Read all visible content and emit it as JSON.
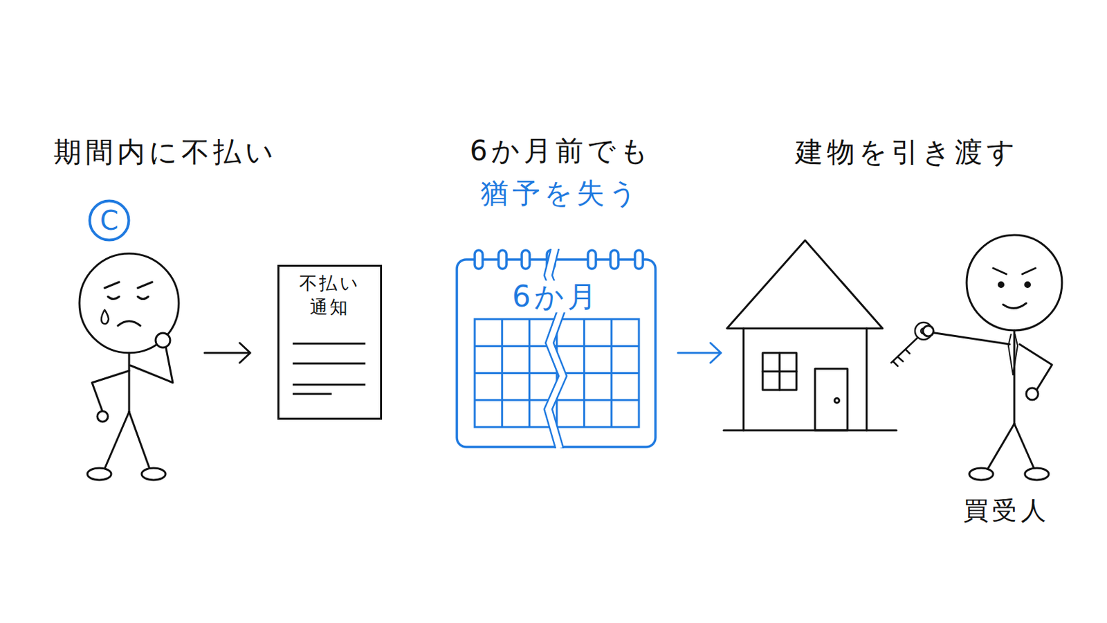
{
  "diagram": {
    "nodes": [
      {
        "text": [
          "C"
        ]
      },
      {
        "text": [
          "不払い 通知"
        ]
      },
      {
        "text": [
          "6か月"
        ]
      }
    ],
    "labels": [
      "期間内に不払い",
      "6か月前でも",
      "猶予を失う",
      "建物を引き渡す",
      "買受人"
    ]
  }
}
